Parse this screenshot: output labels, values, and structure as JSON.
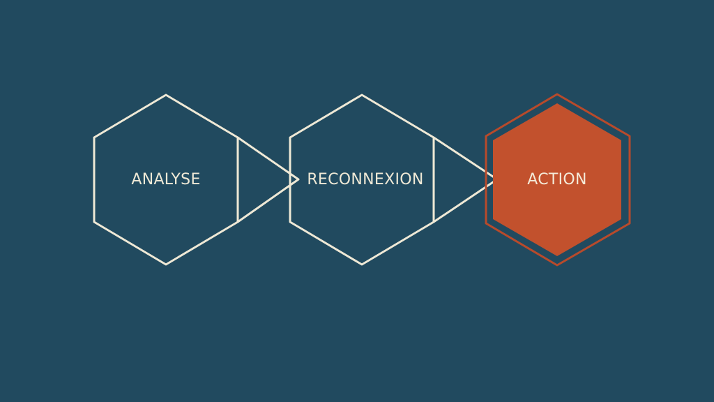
{
  "diagram": {
    "steps": [
      {
        "label": "ANALYSE",
        "state": "default"
      },
      {
        "label": "RECONNEXION",
        "state": "default"
      },
      {
        "label": "ACTION",
        "state": "active"
      }
    ]
  },
  "colors": {
    "background": "#214a5f",
    "outline": "#efe9d6",
    "accent": "#c2512d",
    "accent_outline": "#b84a2b",
    "active_text": "#f4ead8"
  }
}
